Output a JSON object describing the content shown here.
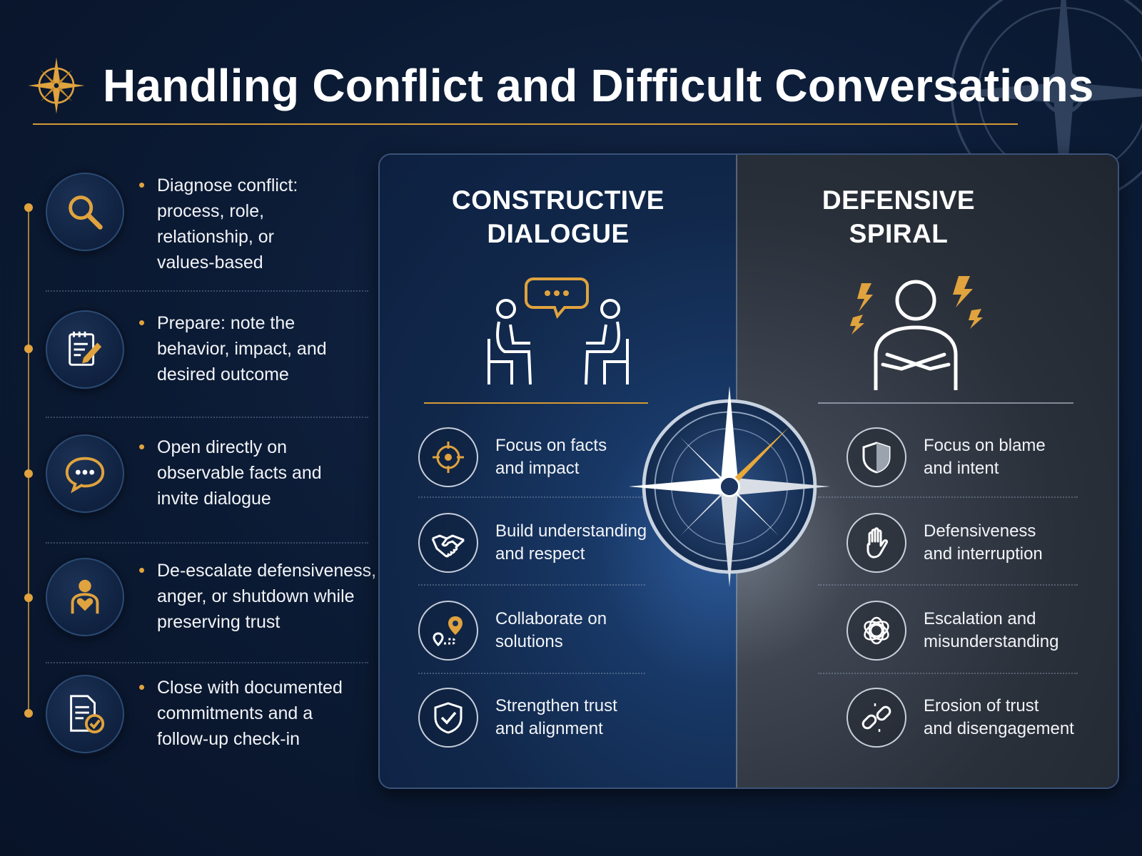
{
  "header": {
    "title": "Handling Conflict and Difficult Conversations",
    "icon": "compass-rose-icon"
  },
  "colors": {
    "background": "#0b1a33",
    "accent": "#e0a33e",
    "constructive_panel": "#14315a",
    "defensive_panel": "#2f353f",
    "text": "#ffffff"
  },
  "steps": [
    {
      "icon": "magnifying-glass-icon",
      "label": "Diagnose conflict: process, role, relationship, or values-based"
    },
    {
      "icon": "notepad-pencil-icon",
      "label": "Prepare: note the behavior, impact, and desired outcome"
    },
    {
      "icon": "speech-bubble-icon",
      "label": "Open directly on observable facts and invite dialogue"
    },
    {
      "icon": "person-heart-icon",
      "label": "De-escalate defensiveness, anger, or shutdown while preserving trust"
    },
    {
      "icon": "document-check-icon",
      "label": "Close with documented commitments and a follow-up check-in"
    }
  ],
  "constructive": {
    "heading_line1": "CONSTRUCTIVE",
    "heading_line2": "DIALOGUE",
    "illustration": "two-people-talking-icon",
    "items": [
      {
        "icon": "target-icon",
        "label_line1": "Focus on facts",
        "label_line2": "and impact"
      },
      {
        "icon": "handshake-icon",
        "label_line1": "Build understanding",
        "label_line2": "and respect"
      },
      {
        "icon": "map-route-icon",
        "label_line1": "Collaborate on",
        "label_line2": "solutions"
      },
      {
        "icon": "shield-check-icon",
        "label_line1": "Strengthen trust",
        "label_line2": "and alignment"
      }
    ]
  },
  "defensive": {
    "heading_line1": "DEFENSIVE",
    "heading_line2": "SPIRAL",
    "illustration": "arms-crossed-person-icon",
    "items": [
      {
        "icon": "shield-icon",
        "label_line1": "Focus on blame",
        "label_line2": "and intent"
      },
      {
        "icon": "raised-hand-icon",
        "label_line1": "Defensiveness",
        "label_line2": "and interruption"
      },
      {
        "icon": "tangled-scribble-icon",
        "label_line1": "Escalation and",
        "label_line2": "misunderstanding"
      },
      {
        "icon": "broken-chain-icon",
        "label_line1": "Erosion of trust",
        "label_line2": "and disengagement"
      }
    ]
  }
}
